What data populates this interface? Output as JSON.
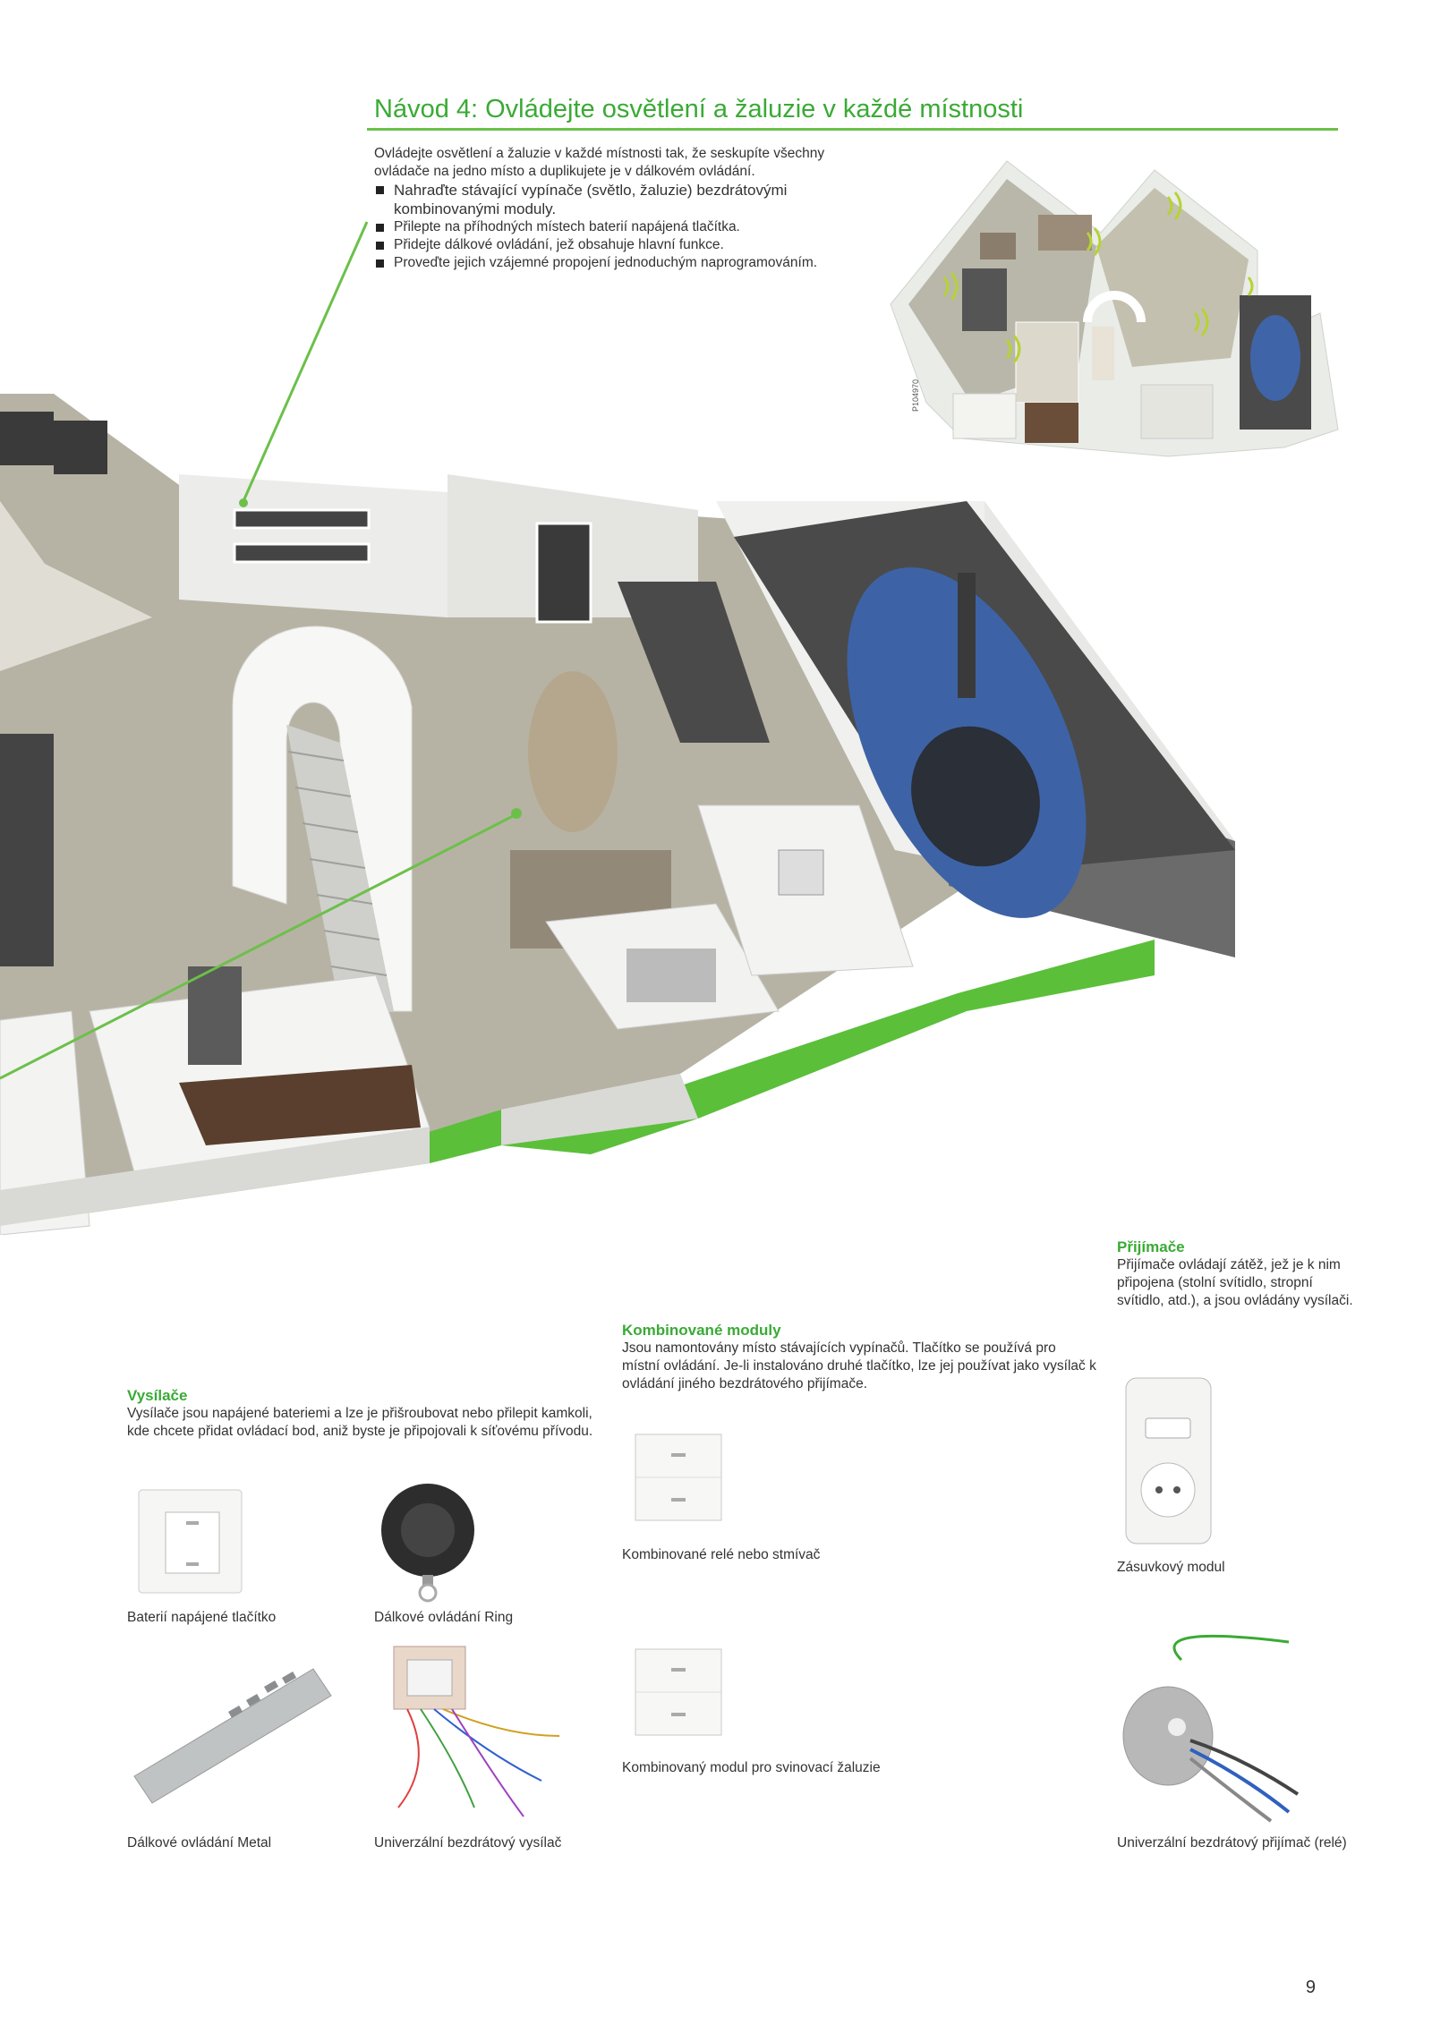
{
  "title": "Návod 4: Ovládejte osvětlení a žaluzie v každé místnosti",
  "intro": {
    "text": "Ovládejte osvětlení a žaluzie v každé místnosti tak, že seskupíte všechny ovládače na jedno místo a duplikujete je v dálkovém ovládání.",
    "bullets": [
      "Nahraďte stávající vypínače (světlo, žaluzie) bezdrátovými kombinovanými moduly.",
      "Přilepte na příhodných místech baterií napájená tlačítka.",
      "Přidejte dálkové ovládání, jež obsahuje hlavní funkce.",
      "Proveďte jejich vzájemné propojení jednoduchým naprogramováním."
    ]
  },
  "photo_id": "P104970",
  "sections": {
    "vysilace": {
      "title": "Vysílače",
      "text": "Vysílače jsou napájené bateriemi a lze je přišroubovat nebo přilepit kamkoli, kde chcete přidat ovládací bod, aniž byste je připojovali k síťovému přívodu.",
      "products": [
        "Baterií napájené tlačítko",
        "Dálkové ovládání Ring",
        "Dálkové ovládání Metal",
        "Univerzální bezdrátový vysílač"
      ]
    },
    "kombinovane": {
      "title": "Kombinované moduly",
      "text": "Jsou namontovány místo stávajících vypínačů. Tlačítko se používá pro místní ovládání. Je-li instalováno druhé tlačítko, lze jej používat jako vysílač k ovládání jiného bezdrátového přijímače.",
      "products": [
        "Kombinované relé nebo stmívač",
        "Kombinovaný modul pro svinovací žaluzie"
      ]
    },
    "prijimace": {
      "title": "Přijímače",
      "text": "Přijímače ovládají zátěž, jež je k nim připojena (stolní svítidlo, stropní svítidlo, atd.), a jsou ovládány vysílači.",
      "products": [
        "Zásuvkový modul",
        "Univerzální bezdrátový přijímač (relé)"
      ]
    }
  },
  "page_number": "9",
  "colors": {
    "accent": "#3aaa35",
    "line": "#6cc04a"
  }
}
